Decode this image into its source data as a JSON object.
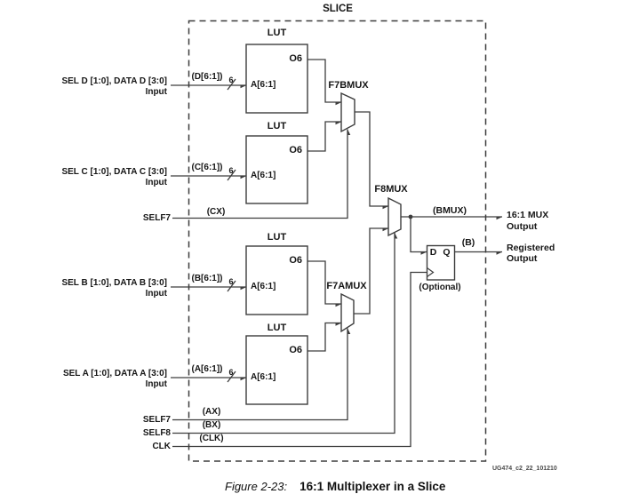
{
  "slice": {
    "label": "SLICE"
  },
  "lut": {
    "title": "LUT",
    "output_pin": "O6",
    "input_pin": "A[6:1]"
  },
  "inputs": [
    {
      "label": "SEL D [1:0], DATA D [3:0]",
      "sublabel": "Input",
      "net": "(D[6:1])",
      "bus_width": "6"
    },
    {
      "label": "SEL C [1:0], DATA C [3:0]",
      "sublabel": "Input",
      "net": "(C[6:1])",
      "bus_width": "6"
    },
    {
      "label": "SEL B [1:0], DATA B [3:0]",
      "sublabel": "Input",
      "net": "(B[6:1])",
      "bus_width": "6"
    },
    {
      "label": "SEL A [1:0], DATA A [3:0]",
      "sublabel": "Input",
      "net": "(A[6:1])",
      "bus_width": "6"
    }
  ],
  "muxes": {
    "f7b": "F7BMUX",
    "f7a": "F7AMUX",
    "f8": "F8MUX"
  },
  "flipflop": {
    "d_pin": "D",
    "q_pin": "Q",
    "note": "(Optional)"
  },
  "controls": [
    {
      "label": "SELF7",
      "net": "(CX)"
    },
    {
      "label": "SELF7",
      "net": "(AX)"
    },
    {
      "label": "SELF8",
      "net": "(BX)"
    },
    {
      "label": "CLK",
      "net": "(CLK)"
    }
  ],
  "outputs": [
    {
      "net": "(BMUX)",
      "line1": "16:1 MUX",
      "line2": "Output"
    },
    {
      "net": "(B)",
      "line1": "Registered",
      "line2": "Output"
    }
  ],
  "watermark": "UG474_c2_22_101210",
  "caption": {
    "figure": "Figure 2-23:",
    "title": "16:1 Multiplexer in a Slice"
  }
}
